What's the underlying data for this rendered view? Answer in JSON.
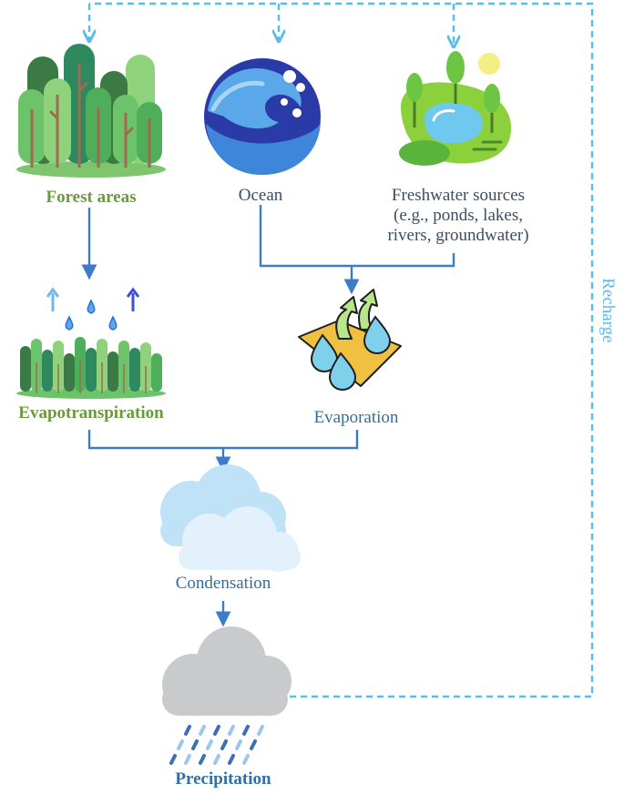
{
  "labels": {
    "forest": "Forest areas",
    "ocean": "Ocean",
    "freshwater": [
      "Freshwater sources",
      "(e.g., ponds, lakes,",
      "rivers, groundwater)"
    ],
    "evapotranspiration": "Evapotranspiration",
    "evaporation": "Evaporation",
    "condensation": "Condensation",
    "precipitation": "Precipitation",
    "recharge": "Recharge"
  },
  "colors": {
    "solid_arrow": "#3d7cc9",
    "dashed_line": "#5bbcea",
    "label_green": "#6a9a3a",
    "label_blue": "#2f6fa8"
  },
  "icons": [
    "forest-icon",
    "ocean-wave-icon",
    "pond-icon",
    "trees-evapotranspiration-icon",
    "evaporation-icon",
    "cloud-icon",
    "rain-cloud-icon"
  ]
}
